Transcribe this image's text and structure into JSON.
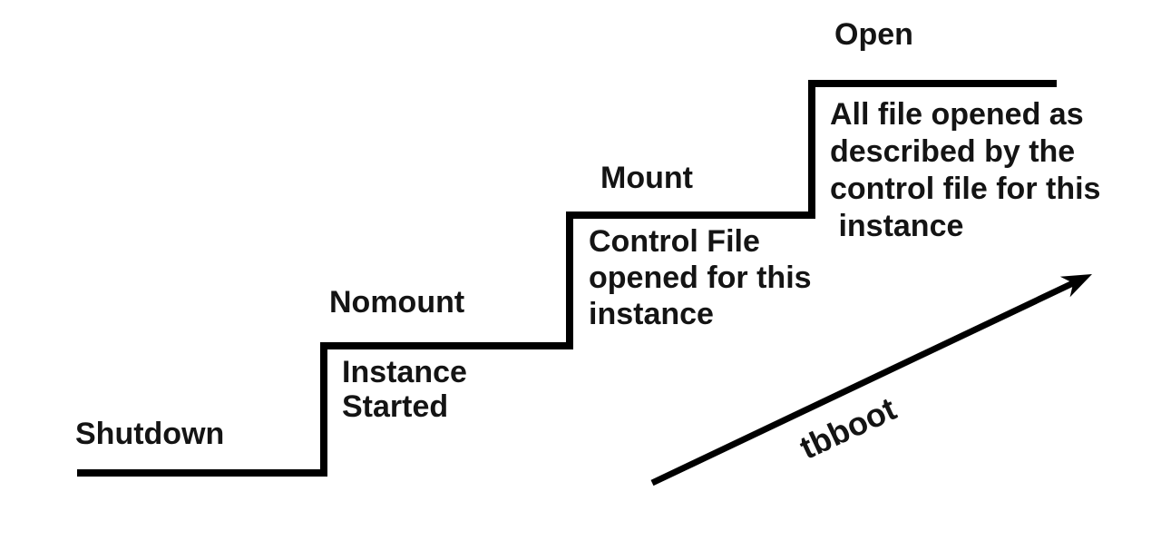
{
  "diagram": {
    "background_color": "#ffffff",
    "line_color": "#000000",
    "text_color": "#141414",
    "stages": [
      {
        "name": "Shutdown",
        "description": ""
      },
      {
        "name": "Nomount",
        "description": "Instance\nStarted"
      },
      {
        "name": "Mount",
        "description": "Control File\nopened for this\ninstance"
      },
      {
        "name": "Open",
        "description": "All file opened as\ndescribed by the\ncontrol file for this\n instance"
      }
    ],
    "arrow": {
      "label": "tbboot"
    }
  }
}
